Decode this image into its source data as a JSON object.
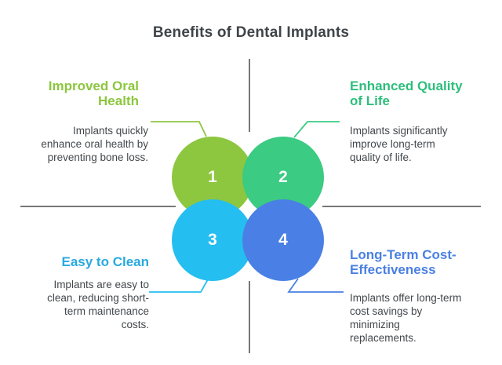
{
  "title": "Benefits of Dental Implants",
  "divider_color": "#4A4A4A",
  "text_color": "#43484C",
  "benefits": [
    {
      "number": "1",
      "position": "top-left",
      "heading": "Improved Oral Health",
      "heading_lines": [
        "Improved Oral",
        "Health"
      ],
      "heading_color": "#8CC63F",
      "color": "#8DC740",
      "description": "Implants quickly enhance oral health by preventing bone loss.",
      "description_lines": [
        "Implants quickly",
        "enhance oral health by",
        "preventing bone loss."
      ]
    },
    {
      "number": "2",
      "position": "top-right",
      "heading": "Enhanced Quality of Life",
      "heading_lines": [
        "Enhanced Quality",
        "of Life"
      ],
      "heading_color": "#2EBE7C",
      "color": "#3BCB82",
      "description": "Implants significantly improve long-term quality of life.",
      "description_lines": [
        "Implants significantly",
        "improve long-term",
        "quality of life."
      ]
    },
    {
      "number": "3",
      "position": "bottom-left",
      "heading": "Easy to Clean",
      "heading_lines": [
        "Easy to Clean"
      ],
      "heading_color": "#29A9E0",
      "color": "#25BEF0",
      "description": "Implants are easy to clean, reducing short-term maintenance costs.",
      "description_lines": [
        "Implants are easy to",
        "clean, reducing short-",
        "term maintenance",
        "costs."
      ]
    },
    {
      "number": "4",
      "position": "bottom-right",
      "heading": "Long-Term Cost-Effectiveness",
      "heading_lines": [
        "Long-Term Cost-",
        "Effectiveness"
      ],
      "heading_color": "#4A80E2",
      "color": "#4A80E5",
      "description": "Implants offer long-term cost savings by minimizing replacements.",
      "description_lines": [
        "Implants offer long-term",
        "cost savings by",
        "minimizing",
        "replacements."
      ]
    }
  ]
}
